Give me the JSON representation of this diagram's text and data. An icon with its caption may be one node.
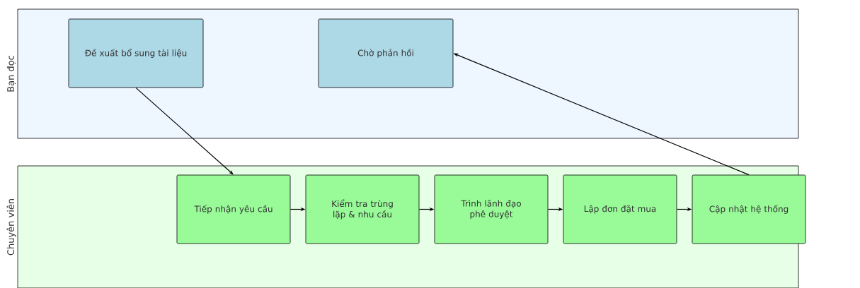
{
  "diagram": {
    "nodes": [
      {
        "text": [
          "Bạn đọc"
        ]
      },
      {
        "text": [
          "Chuyên viên"
        ]
      },
      {
        "text": [
          "Đề xuất bổ sung tài liệu"
        ],
        "in": 0
      },
      {
        "text": [
          "Chờ phản hồi"
        ],
        "in": 0
      },
      {
        "text": [
          "Tiếp nhận yêu cầu"
        ],
        "in": 1
      },
      {
        "text": [
          "Kiểm tra trùng lặp & nhu cầu"
        ],
        "in": 1
      },
      {
        "text": [
          "Trình lãnh đạo phê duyệt"
        ],
        "in": 1
      },
      {
        "text": [
          "Lập đơn đặt mua"
        ],
        "in": 1
      },
      {
        "text": [
          "Cập nhật hệ thống"
        ],
        "in": 1
      }
    ],
    "edges": [
      {
        "from": 2,
        "to": 4,
        "arrow": "to"
      },
      {
        "from": 4,
        "to": 5,
        "arrow": "to"
      },
      {
        "from": 5,
        "to": 6,
        "arrow": "to"
      },
      {
        "from": 6,
        "to": 7,
        "arrow": "to"
      },
      {
        "from": 7,
        "to": 8,
        "arrow": "to"
      },
      {
        "from": 8,
        "to": 3,
        "arrow": "to"
      }
    ]
  }
}
